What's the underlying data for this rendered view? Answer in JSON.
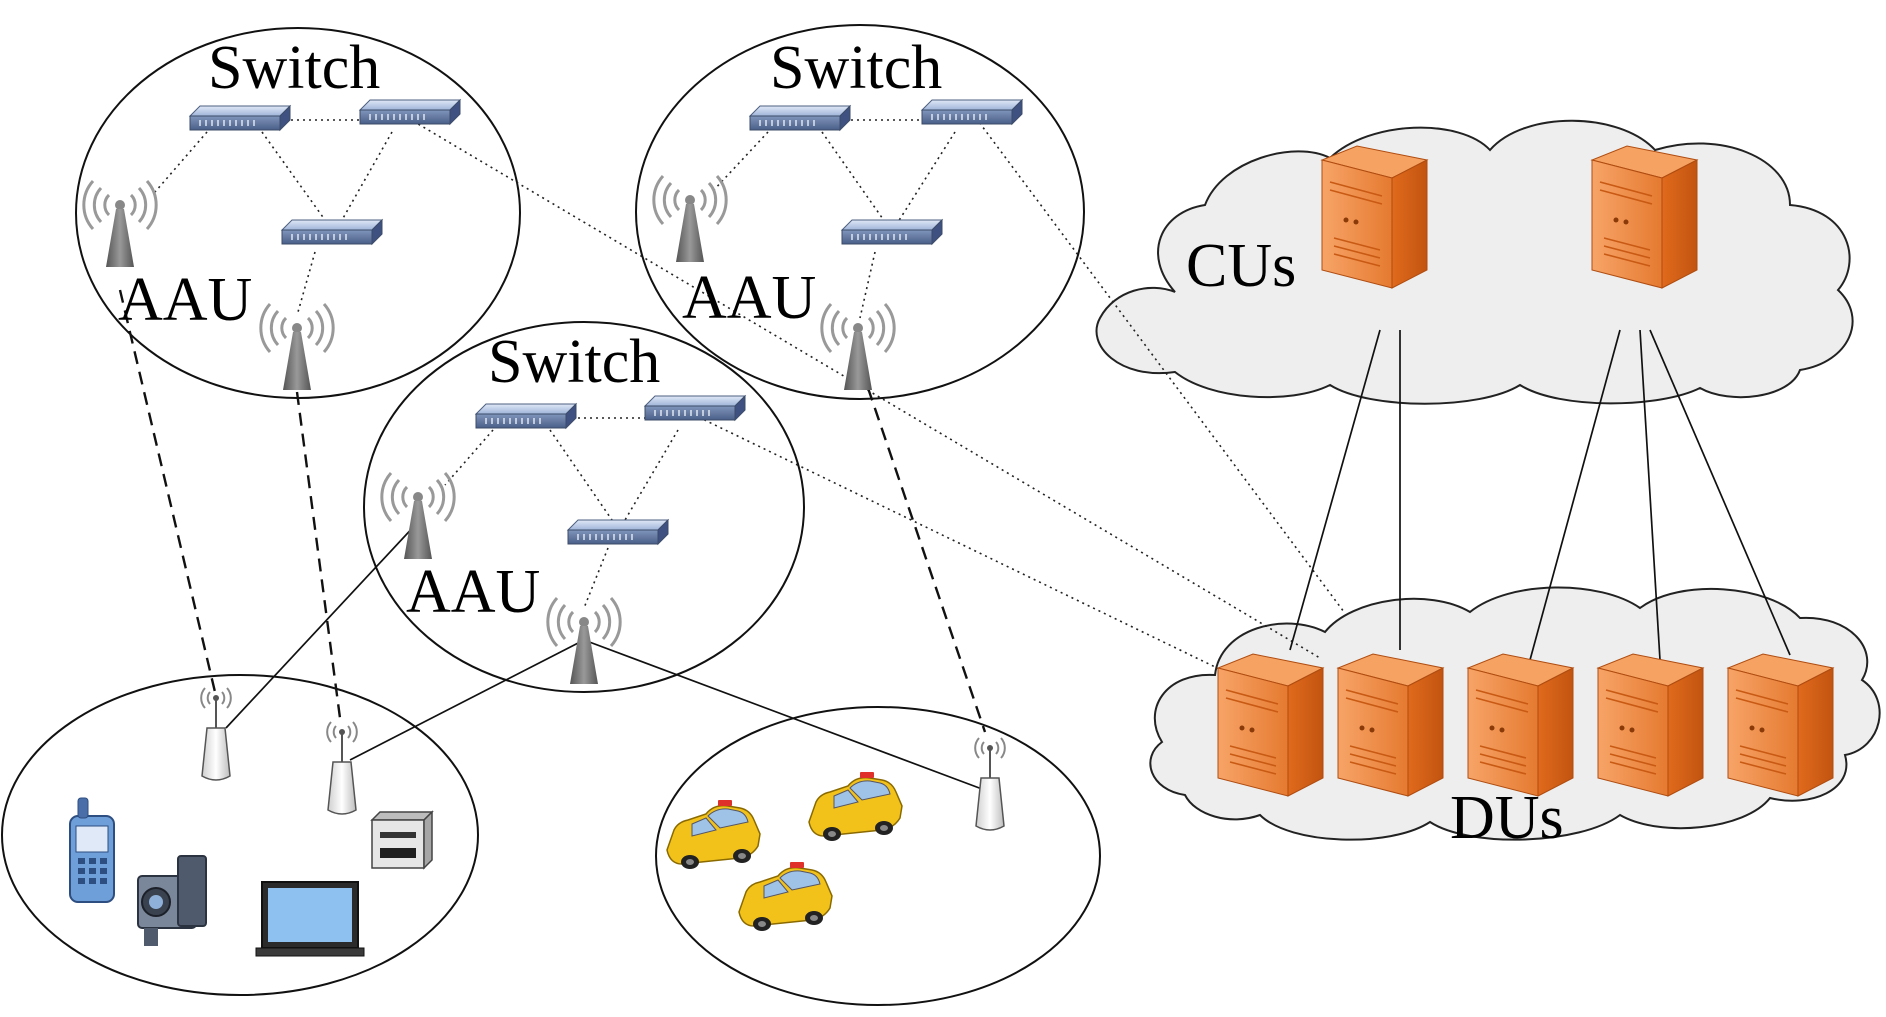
{
  "labels": {
    "switch_left": "Switch",
    "switch_right": "Switch",
    "switch_middle": "Switch",
    "aau_left": "AAU",
    "aau_right": "AAU",
    "aau_middle": "AAU",
    "cus": "CUs",
    "dus": "DUs"
  },
  "colors": {
    "server_orange": "#e8782a",
    "switch_blue": "#5b7cb8",
    "taxi_yellow": "#f2c21b",
    "cloud_fill": "#eeeeee",
    "antenna_gray": "#7f7f7f"
  },
  "icons": {
    "switch": "network-switch-icon",
    "aau": "aau-antenna-icon",
    "server": "server-icon",
    "small_cell": "small-cell-icon",
    "phone": "mobile-phone-icon",
    "camera": "video-camera-icon",
    "monitor": "monitor-icon",
    "printer": "printer-icon",
    "taxi": "taxi-icon"
  }
}
